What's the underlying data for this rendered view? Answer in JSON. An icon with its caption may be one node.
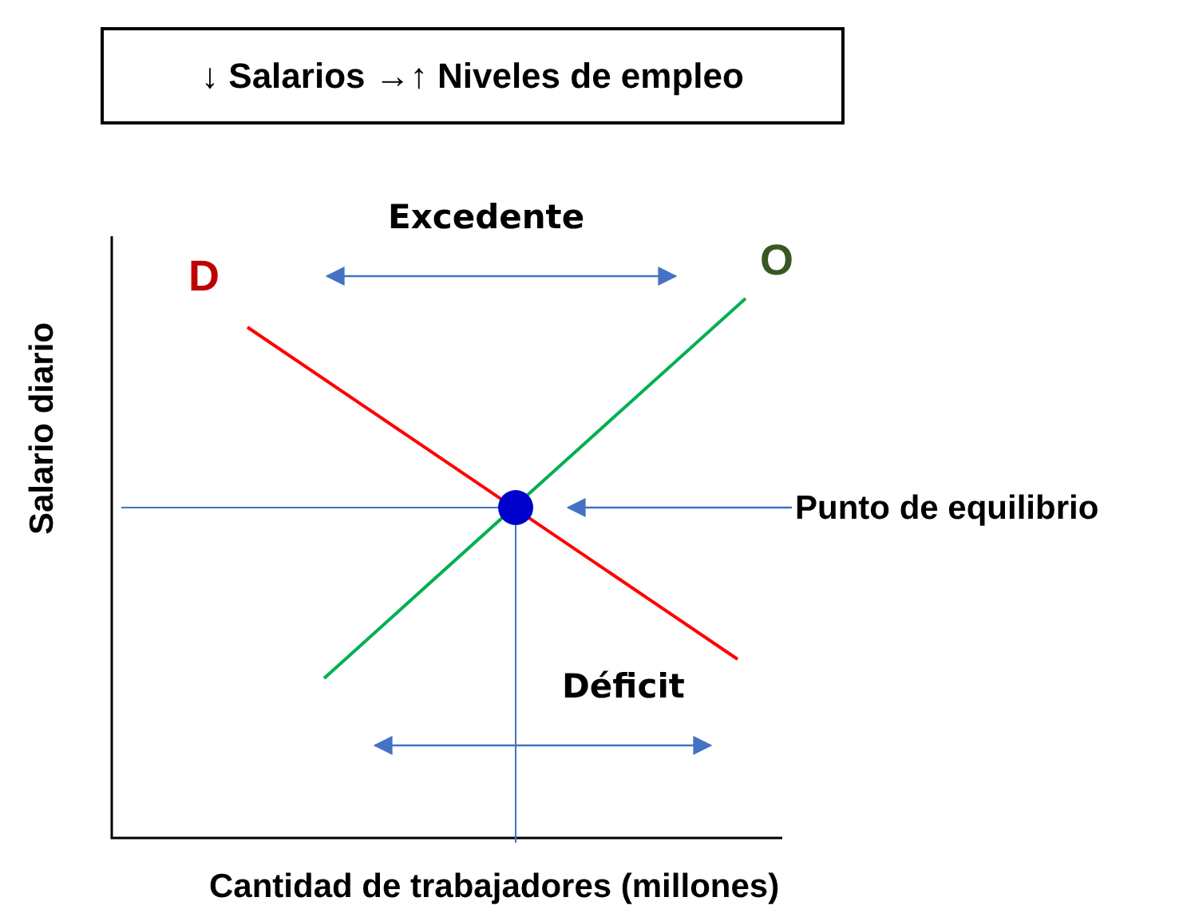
{
  "diagram": {
    "nodes": [
      {
        "text": [
          "↓ Salarios →↑ Niveles de empleo"
        ]
      },
      {
        "text": [],
        "shape": "circle"
      },
      {
        "text": [
          "Punto de equilibrio"
        ]
      }
    ],
    "edges": [
      {
        "from": 2,
        "to": 1,
        "arrow": "to"
      }
    ],
    "labels": [
      "Excedente",
      "O",
      "D",
      "Déficit",
      "Salario diario",
      "Cantidad de trabajadores (millones)"
    ]
  }
}
